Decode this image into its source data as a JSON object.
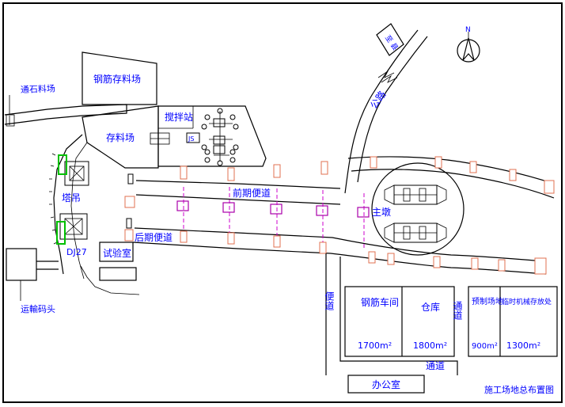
{
  "labels": {
    "title": "施工场地总布置图",
    "road_to_quarry": "通石料场",
    "steel_yard": "钢筋存料场",
    "storage_yard": "存料场",
    "mixing_station": "搅拌站",
    "mixer_tag": "JS",
    "front_access": "前期便道",
    "rear_access": "后期便道",
    "lab": "试验室",
    "tower_crane": "塔吊",
    "crane_tag": "DJ27",
    "wharf": "运輸码头",
    "main_pier": "主墩",
    "highway": "公路",
    "north_mark": "N",
    "road_sign": "至 县",
    "side_road": "便道",
    "access_road": "通道",
    "office": "办公室",
    "workshops": [
      {
        "name": "钢筋车间",
        "area": "1700m²"
      },
      {
        "name": "仓库",
        "area": "1800m²"
      },
      {
        "name": "预制场地",
        "area": "900m²"
      },
      {
        "name": "临时机械存放处",
        "area": "1300m²"
      }
    ]
  },
  "colors": {
    "linework": "#000000",
    "text": "#0000ff",
    "pier": "#e07050",
    "axis": "#cc00cc",
    "crane_marker": "#00c000"
  }
}
